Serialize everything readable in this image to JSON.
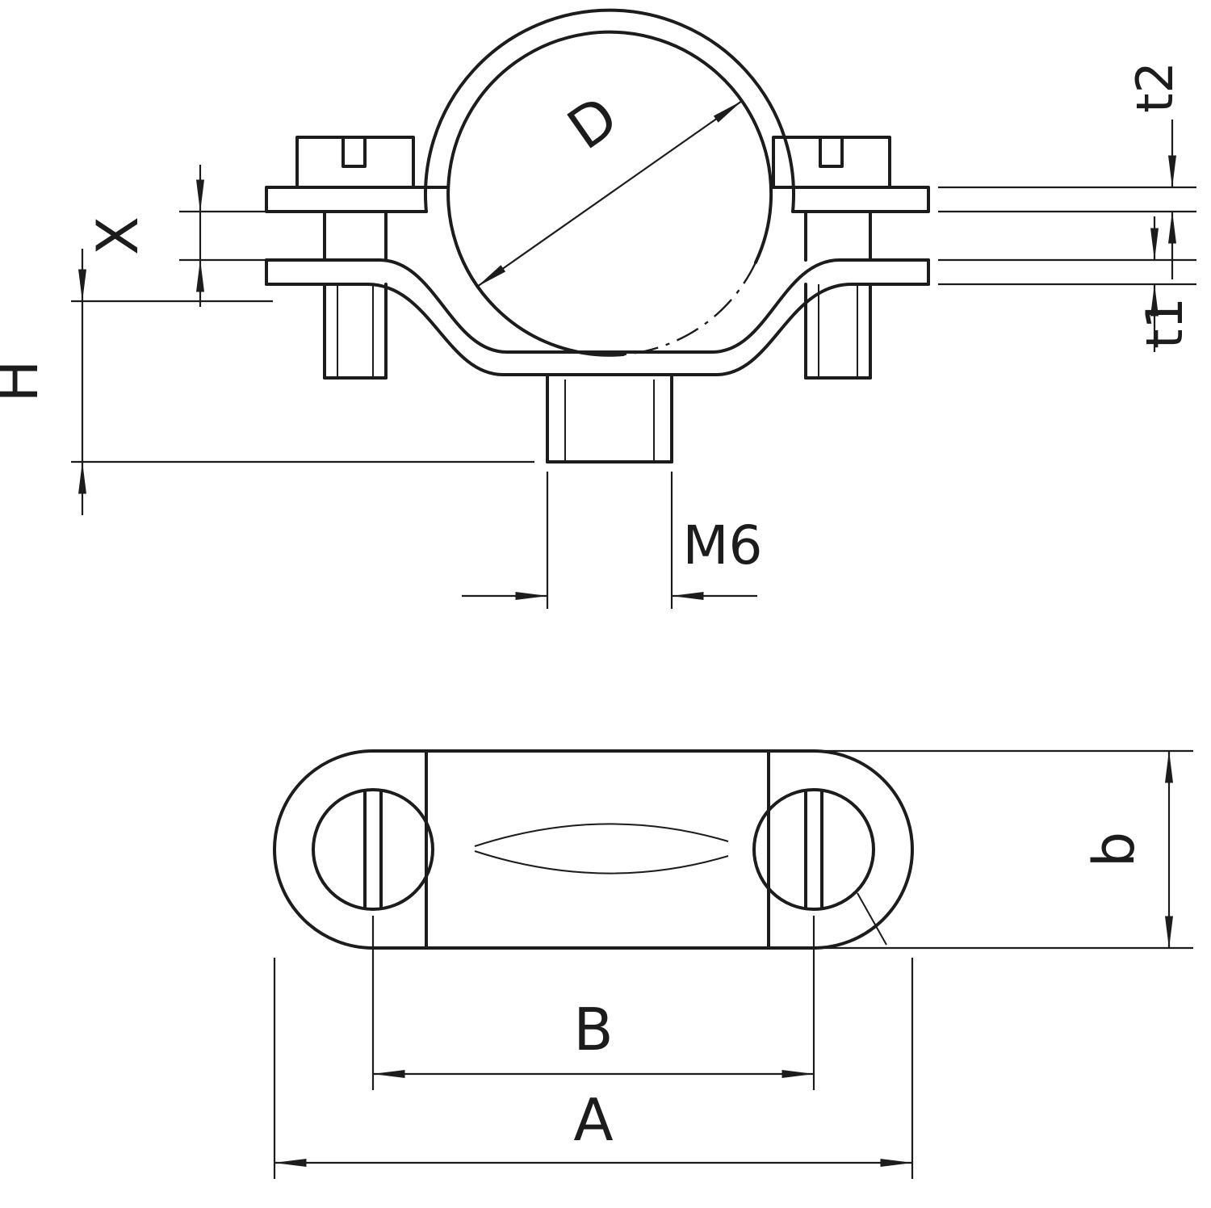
{
  "labels": {
    "D": "D",
    "X": "X",
    "H": "H",
    "M6": "M6",
    "t1": "t1",
    "t2": "t2",
    "B": "B",
    "A": "A",
    "b": "b"
  },
  "colors": {
    "line": "#1c1c1c",
    "background": "#ffffff"
  }
}
